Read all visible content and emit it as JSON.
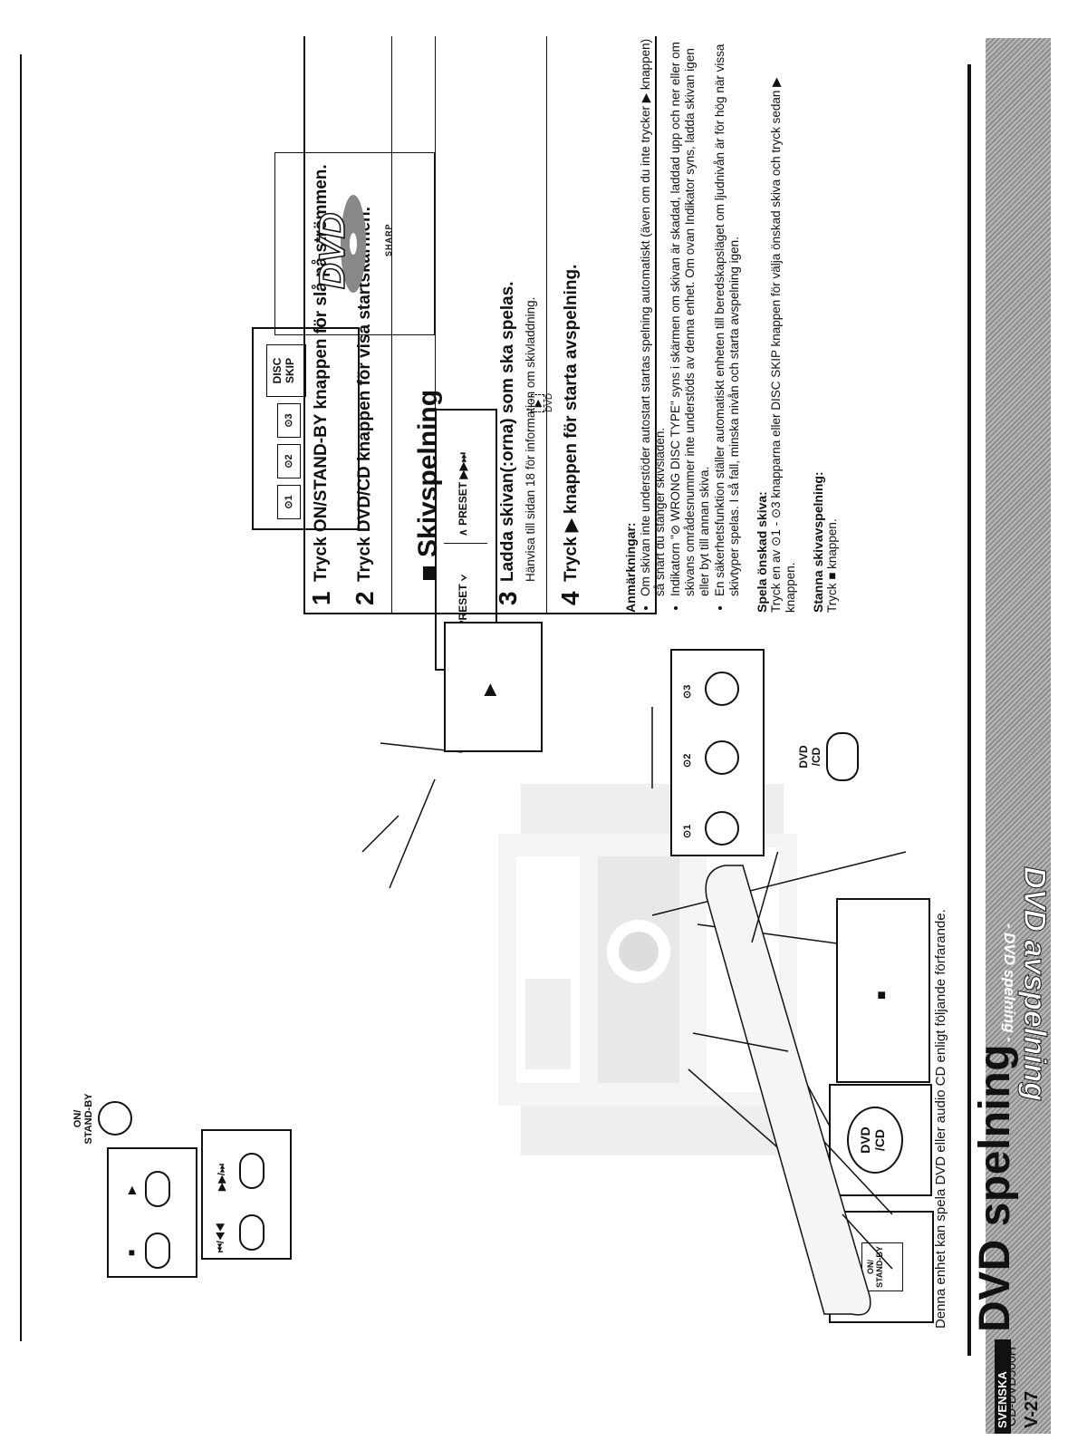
{
  "header": {
    "model": "CD-DVD500H",
    "title": "DVD spelning",
    "intro": "Denna enhet kan spela DVD eller audio CD enligt följande förfarande."
  },
  "sideband": {
    "language": "SVENSKA",
    "main": "DVD avspelning",
    "sub": "- DVD spelning -",
    "page_number": "V-27"
  },
  "section": {
    "title": "Skivspelning"
  },
  "steps": [
    {
      "num": "1",
      "text": "Tryck ON/STAND-BY knappen för slå på strömmen.",
      "note": ""
    },
    {
      "num": "2",
      "text": "Tryck DVD/CD knappen för visa startskärmen.",
      "note": ""
    },
    {
      "num": "3",
      "text": "Ladda skivan(:orna) som ska spelas.",
      "note": "Hänvisa till sidan 18 för information om skivladdning."
    },
    {
      "num": "4",
      "text": "Tryck ▶ knappen för starta avspelning.",
      "note": ""
    }
  ],
  "screen": {
    "logo": "DVD",
    "brand": "SHARP",
    "indicator_label": "DVD"
  },
  "notes": {
    "heading": "Anmärkningar:",
    "items": [
      "Om skivan inte understöder autostart startas spelning automatiskt (även om du inte trycker ▶ knappen) så snart du stänger skivsläden.",
      "Indikatorn \"⊘ WRONG DISC TYPE\" syns i skärmen om skivan är skadad, laddad upp och ner eller om skivans områdesnummer inte understöds av denna enhet. Om ovan Indikator syns, ladda skivan igen eller byt till annan skiva.",
      "En säkerhetsfunktion ställer automatiskt enheten till beredskapsläget om ljudnivån är för hög när vissa skivtyper spelas. I så fall, minska nivån och starta avspelning igen."
    ]
  },
  "play_disc": {
    "heading": "Spela önskad skiva:",
    "text": "Tryck en av ⊙1 - ⊙3 knapparna eller DISC SKIP knappen för välja önskad skiva och tryck sedan ▶ knappen."
  },
  "stop": {
    "heading": "Stanna skivavspelning:",
    "text": "Tryck ■ knappen."
  },
  "illustration": {
    "on_standby": "ON/\nSTAND-BY",
    "dvd_cd": "DVD\n/CD",
    "disc1": "⊙1",
    "disc2": "⊙2",
    "disc3": "⊙3",
    "disc_skip": "DISC\nSKIP",
    "preset_left": "⏮◀◀  PRESET ∨",
    "preset_right": "∧ PRESET  ▶▶⏭",
    "stop_symbol": "■",
    "play_symbol": "▶",
    "skip_back": "⏮/◀◀",
    "skip_fwd": "▶▶/⏭"
  }
}
